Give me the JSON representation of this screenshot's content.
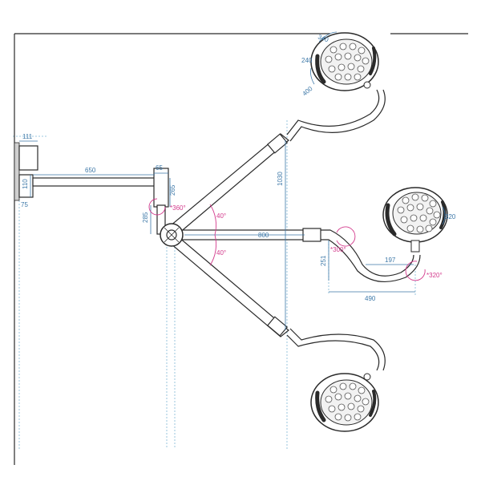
{
  "colors": {
    "outline": "#2a2a2a",
    "dimension": "#3d78a8",
    "angle": "#d33a8c",
    "guide": "#7fb8d6",
    "lamp_face": "#f2f2f2"
  },
  "dimensions": {
    "mount_width": "111",
    "mount_height": "110",
    "mount_offset": "75",
    "arm_length": "650",
    "joint_width": "65",
    "joint_height": "265",
    "drop_height": "285",
    "vertical_span": "1030",
    "middle_arm_length": "800",
    "head_width_top_a": "340",
    "head_width_top_b": "240",
    "head_height_top": "400",
    "head_width_mid": "320",
    "yoke_length": "197",
    "yoke_height": "251",
    "yoke_span": "490"
  },
  "angles": {
    "hub_rotation": "360°",
    "upper_arm": "40°",
    "lower_arm": "40°",
    "middle_pivot": "300°",
    "yoke_rotation": "320°"
  }
}
